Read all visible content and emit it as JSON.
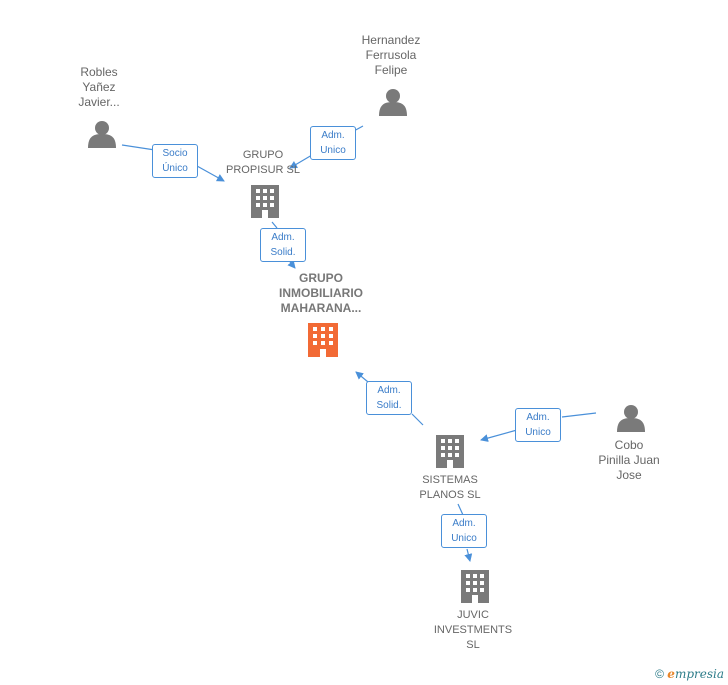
{
  "colors": {
    "edge": "#4a90d9",
    "node_gray": "#7a7a7a",
    "node_main": "#f26a35",
    "label_text": "#666666"
  },
  "nodes": {
    "robles": {
      "label": "Robles\nYañez\nJavier...",
      "type": "person-icon"
    },
    "hernandez": {
      "label": "Hernandez\nFerrusola\nFelipe",
      "type": "person-icon"
    },
    "propisur": {
      "label": "GRUPO\nPROPISUR SL",
      "type": "building-icon"
    },
    "maharana": {
      "label": "GRUPO\nINMOBILIARIO\nMAHARANA...",
      "type": "building-icon"
    },
    "cobo": {
      "label": "Cobo\nPinilla Juan\nJose",
      "type": "person-icon"
    },
    "sistemas": {
      "label": "SISTEMAS\nPLANOS  SL",
      "type": "building-icon"
    },
    "juvic": {
      "label": "JUVIC\nINVESTMENTS\nSL",
      "type": "building-icon"
    }
  },
  "edges": {
    "robles_propisur": "Socio\nÚnico",
    "hernandez_propisur": "Adm.\nUnico",
    "propisur_maharana": "Adm.\nSolid.",
    "sistemas_maharana": "Adm.\nSolid.",
    "cobo_sistemas": "Adm.\nUnico",
    "sistemas_juvic": "Adm.\nUnico"
  },
  "footer": {
    "copyright": "©",
    "brand_e": "e",
    "brand_rest": "mpresia"
  }
}
